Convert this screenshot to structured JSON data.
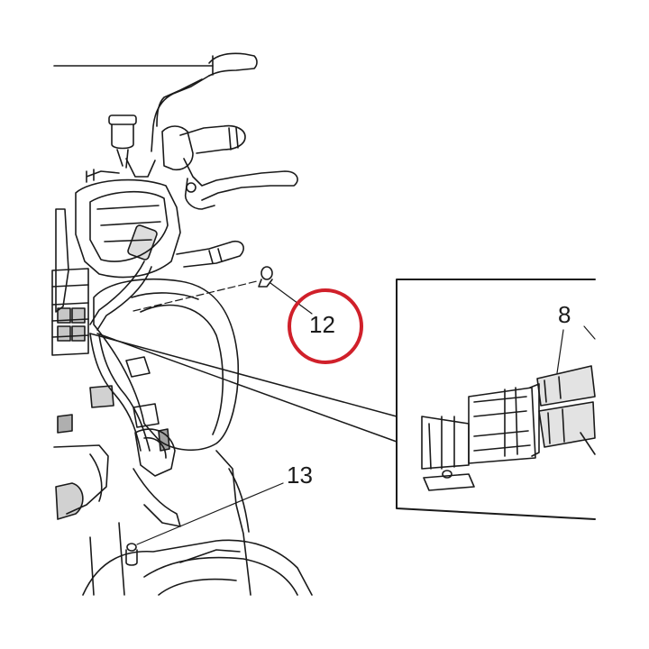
{
  "diagram": {
    "callouts": {
      "part_12": "12",
      "part_13": "13",
      "part_8": "8"
    },
    "highlight": {
      "target": "part_12",
      "color": "#d0202a"
    },
    "line_color": "#1a1a1a"
  }
}
